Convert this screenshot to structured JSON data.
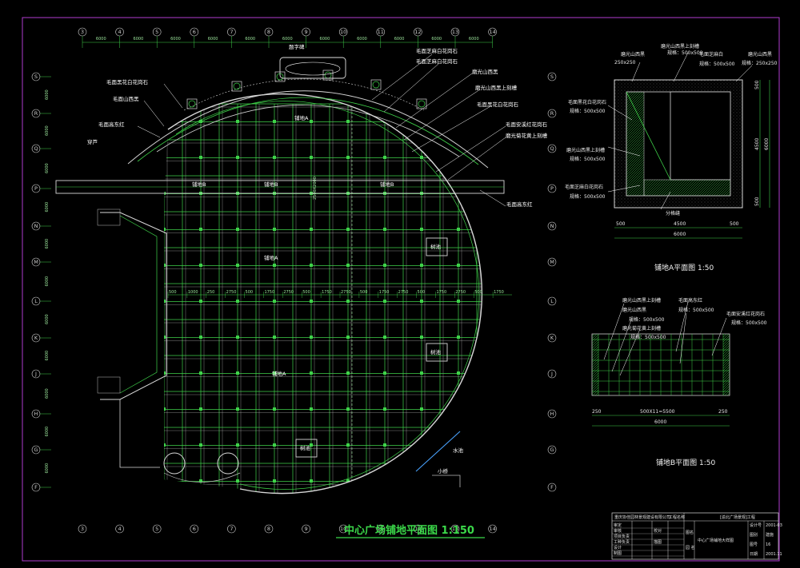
{
  "drawing": {
    "main_title": "中心广场铺地平面图 1:150",
    "axis_columns": [
      "3",
      "4",
      "5",
      "6",
      "7",
      "8",
      "9",
      "10",
      "11",
      "12",
      "13",
      "14"
    ],
    "column_spacing": "6000",
    "axis_rows": [
      "S",
      "R",
      "Q",
      "P",
      "N",
      "M",
      "L",
      "K",
      "J",
      "H",
      "G",
      "F"
    ],
    "main_dims": [
      "500",
      "1000",
      "250",
      "2750",
      "500",
      "1750",
      "2750",
      "500",
      "1750",
      "2750",
      "500",
      "1750",
      "2750",
      "500",
      "1750",
      "2750",
      "500",
      "1750"
    ],
    "labels": {
      "top_feature": "题字碑",
      "l1": "毛面黑花白花岗石",
      "l2": "毛面山西黑",
      "l3": "毛面高东红",
      "l4": "穿芦",
      "r1": "毛面芝麻白花岗石",
      "r2": "毛面芝麻白花岗石",
      "r3": "磨光山西黑",
      "r4": "磨光山西黑上刻槽",
      "r5": "毛面黑花白花岗石",
      "r6": "毛面安溪红花岗石",
      "r7": "磨光菊花黄上刻槽",
      "r8": "毛面高东红",
      "paving_a": "铺地A",
      "paving_b": "铺地B",
      "tree_pit": "树池",
      "water_pool": "水池",
      "small_bridge": "小桥",
      "dim_vertical": "2500X2000"
    },
    "detail_a": {
      "title": "铺地A平面图 1:50",
      "l_top1": "磨光山西黑",
      "l_top2": "磨光山西黑上刻槽",
      "l_top3": "磨光山西黑",
      "spec_top1": "规格：500x500",
      "spec_top3": "规格：250x250",
      "size_small": "250x250",
      "white_granite": "毛面芝麻白",
      "spec_white": "规格：500x500",
      "black_flower": "毛面黑花白花岗石",
      "spec_black": "规格：500x500",
      "groove": "磨光山西黑上刻槽",
      "white_sand": "毛面芝麻白花岗石",
      "spec_sand": "规格：500x500",
      "joint": "分格缝",
      "dims_bottom": [
        "500",
        "4500",
        "500"
      ],
      "dim_total": "6000",
      "dims_right": [
        "500",
        "4500",
        "500",
        "6000"
      ]
    },
    "detail_b": {
      "title": "铺地B平面图 1:50",
      "l1": "磨光山西黑上刻槽",
      "l2": "磨光山西黑",
      "spec2": "规格：500x500",
      "l3": "磨光菊花黄上刻槽",
      "spec3": "规格：500x500",
      "l4": "毛面高东红",
      "spec4": "规格：500x500",
      "l5": "毛面安溪红花岗石",
      "spec5": "规格：500x500",
      "dim_left": "250",
      "dim_mid": "500X11=5500",
      "dim_right": "250",
      "dim_total": "6000"
    },
    "title_block": {
      "company": "重庆协佳园林景观建设有限公司",
      "project_label": "工程名称",
      "project_name": "[渝北广场景观]工程",
      "rows": [
        "审定",
        "审核",
        "项目负责",
        "工种负责",
        "设计",
        "制图"
      ],
      "sig_a": "校对",
      "sig_b": "描图",
      "drawing_label": "图名",
      "drawing_name": "中心广场铺地大样图",
      "meta_labels": [
        "设计号",
        "图别",
        "图号",
        "日期"
      ],
      "meta_values": [
        "2001-03",
        "建施",
        "16",
        "2001.11"
      ],
      "sig_label_b": "园 名"
    }
  }
}
